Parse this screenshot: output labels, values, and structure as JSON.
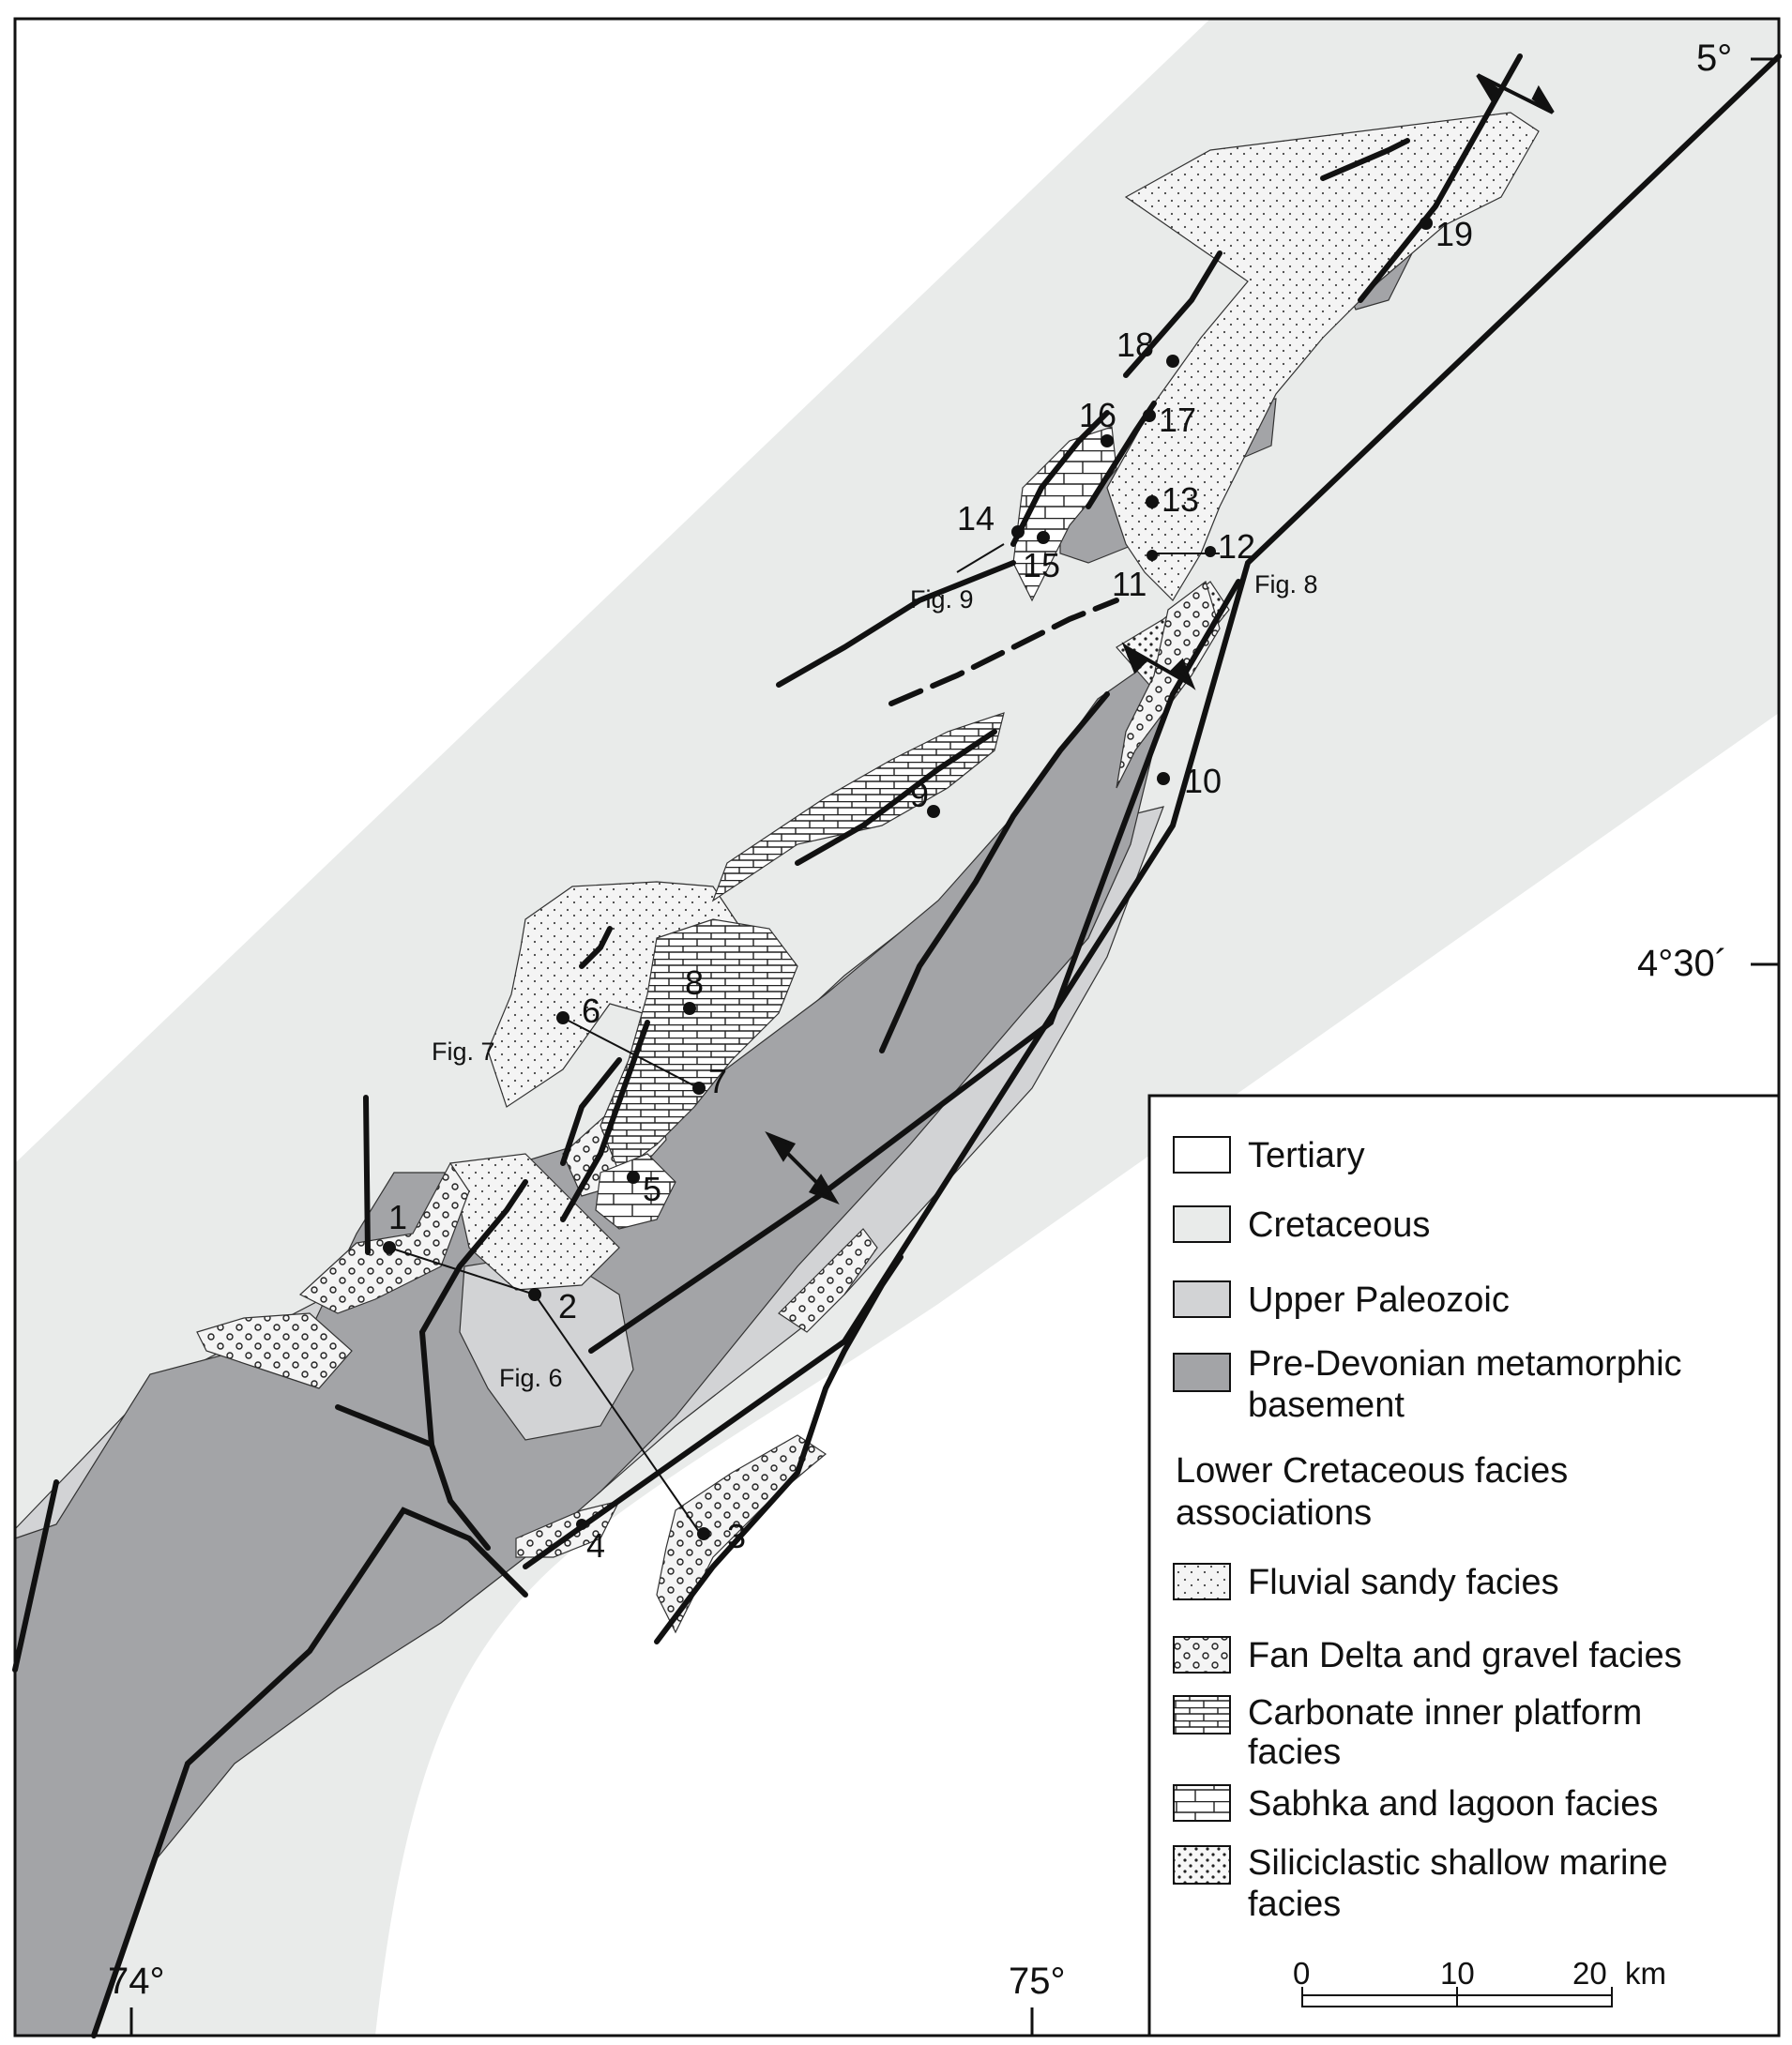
{
  "coordinates": {
    "lon_74": "74°",
    "lon_75": "75°",
    "lat_5": "5°",
    "lat_430": "4°30´"
  },
  "sites": [
    "1",
    "2",
    "3",
    "4",
    "5",
    "6",
    "7",
    "8",
    "9",
    "10",
    "11",
    "12",
    "13",
    "14",
    "15",
    "16",
    "17",
    "18",
    "19"
  ],
  "figure_refs": {
    "fig6": "Fig. 6",
    "fig7": "Fig. 7",
    "fig8": "Fig. 8",
    "fig9": "Fig. 9"
  },
  "legend": {
    "units": [
      {
        "label": "Tertiary",
        "pattern": "tertiary",
        "color": "#ffffff"
      },
      {
        "label": "Cretaceous",
        "pattern": "cretaceous",
        "color": "#e9ebea"
      },
      {
        "label": "Upper Paleozoic",
        "pattern": "paleozoic",
        "color": "#d2d3d5"
      },
      {
        "label_line1": "Pre-Devonian metamorphic",
        "label_line2": "basement",
        "pattern": "basement",
        "color": "#a3a4a7"
      }
    ],
    "facies_heading_line1": "Lower Cretaceous facies",
    "facies_heading_line2": "associations",
    "facies": [
      {
        "label": "Fluvial sandy facies",
        "pattern": "fluvial"
      },
      {
        "label": "Fan Delta and gravel facies",
        "pattern": "fandelta"
      },
      {
        "label_line1": "Carbonate inner platform",
        "label_line2": "facies",
        "pattern": "carbonate"
      },
      {
        "label": "Sabhka and lagoon facies",
        "pattern": "sabhka"
      },
      {
        "label_line1": "Siliciclastic shallow marine",
        "label_line2": "facies",
        "pattern": "siliciclastic"
      }
    ]
  },
  "scale_bar": {
    "ticks": [
      "0",
      "10",
      "20"
    ],
    "unit": "km"
  }
}
